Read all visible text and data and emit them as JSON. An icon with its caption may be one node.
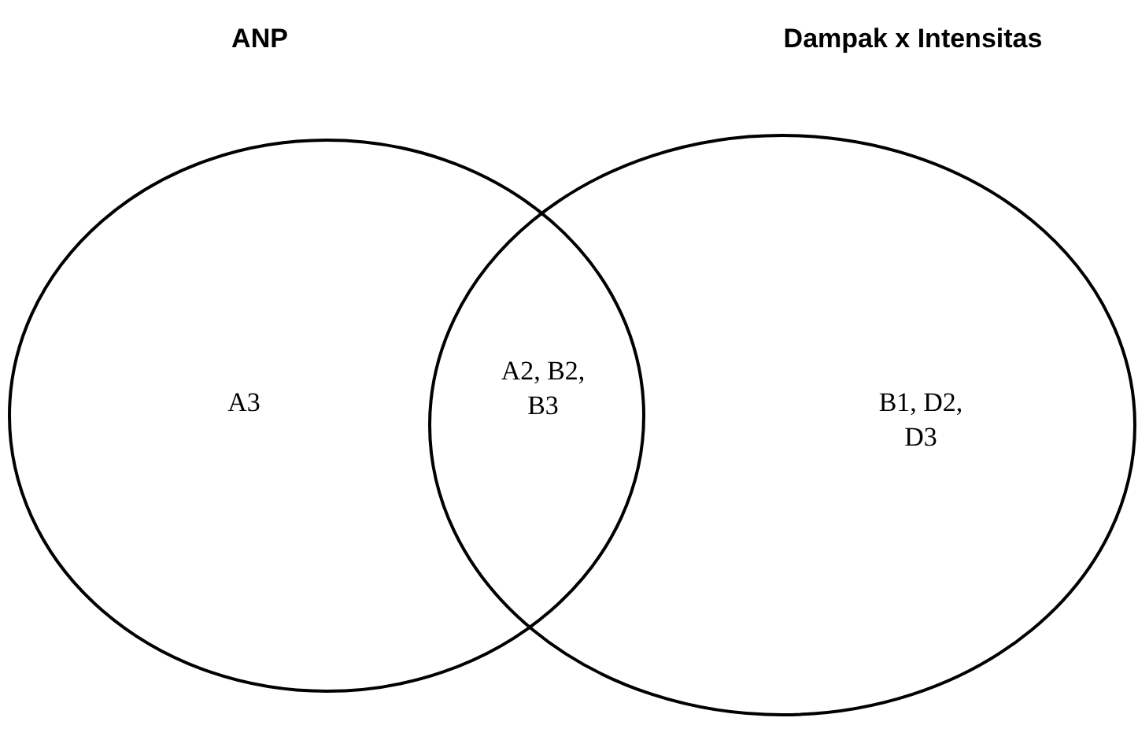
{
  "diagram": {
    "nodes": [
      {
        "text": [
          "ANP",
          "A3"
        ]
      },
      {
        "text": [
          "Dampak x Intensitas",
          "B1, D2, D3"
        ]
      }
    ],
    "labels": [
      "A2, B2, B3"
    ]
  }
}
